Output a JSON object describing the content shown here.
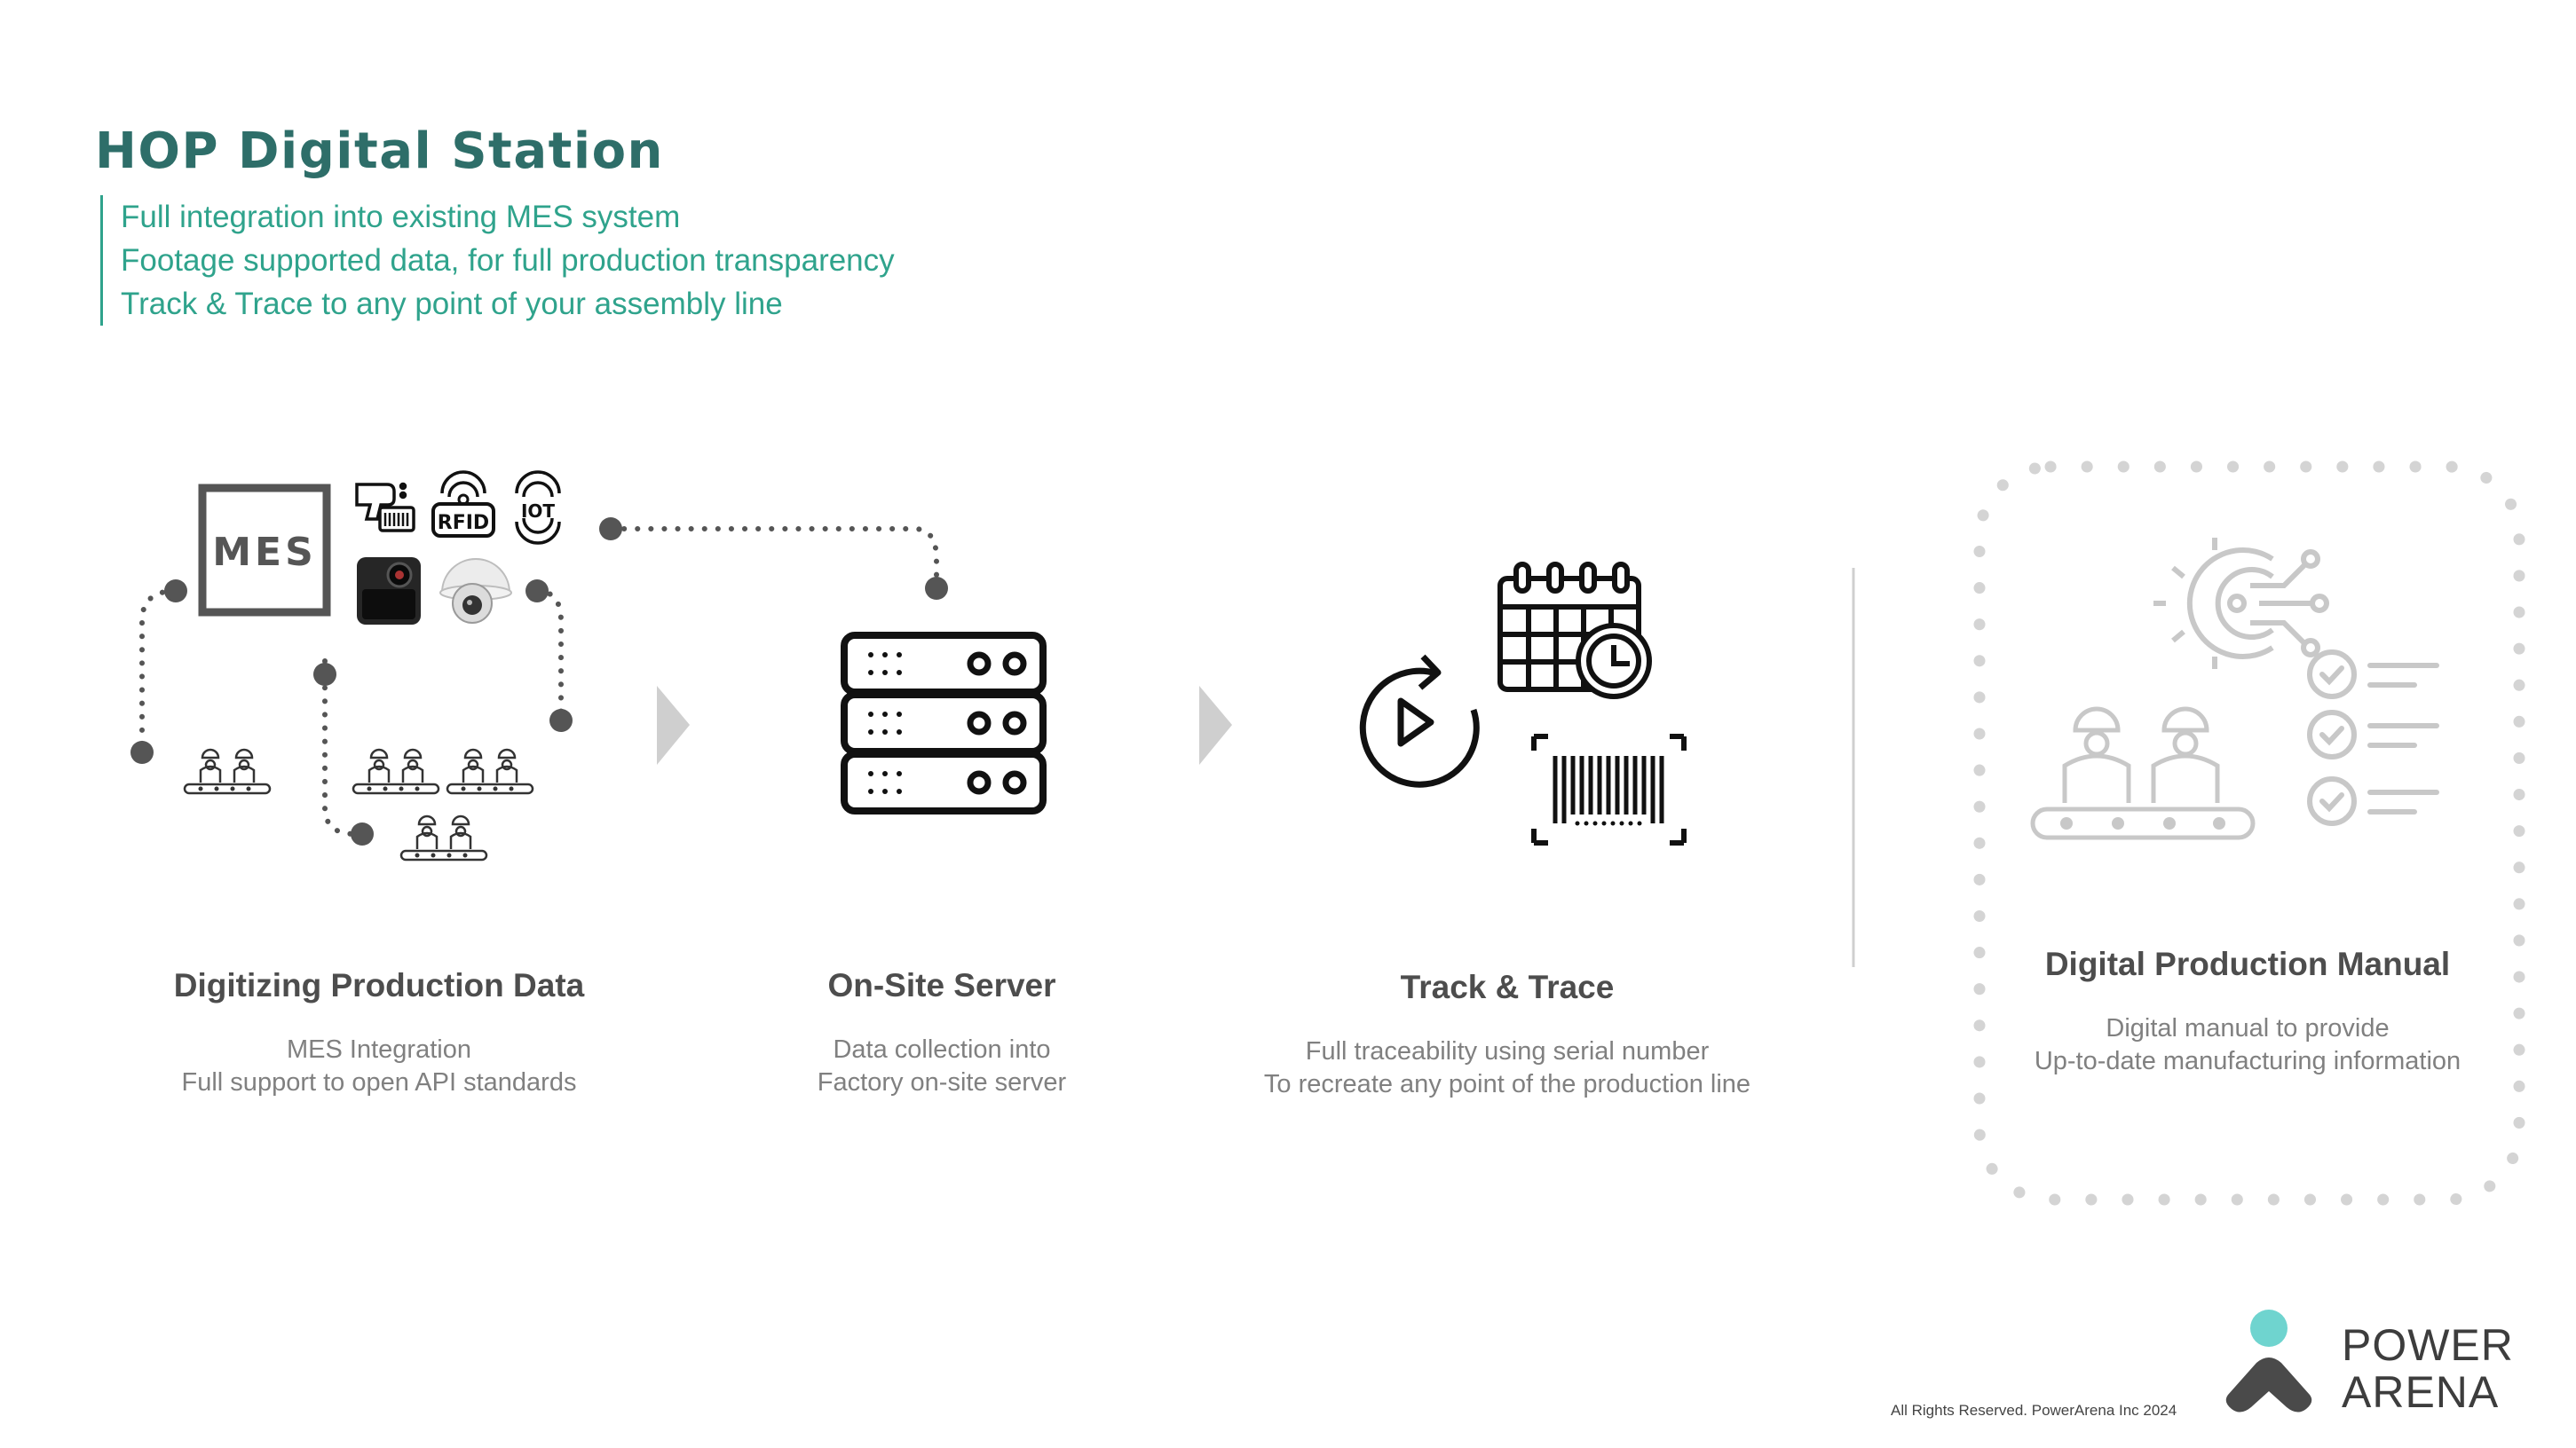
{
  "header": {
    "title": "HOP Digital Station",
    "bullets": [
      "Full integration into existing MES system",
      "Footage supported data, for full production transparency",
      "Track & Trace to any point of your assembly line"
    ]
  },
  "columns": [
    {
      "title": "Digitizing Production Data",
      "lines": [
        "MES Integration",
        "Full support to open API standards"
      ]
    },
    {
      "title": "On-Site Server",
      "lines": [
        "Data collection into",
        "Factory on-site server"
      ]
    },
    {
      "title": "Track & Trace",
      "lines": [
        "Full traceability using serial number",
        "To recreate any point of the production line"
      ]
    },
    {
      "title": "Digital Production Manual",
      "lines": [
        "Digital manual to provide",
        "Up-to-date manufacturing information"
      ]
    }
  ],
  "icons": {
    "mes_label": "MES",
    "rfid_label": "RFID",
    "iot_label": "IOT"
  },
  "footer": {
    "copyright": "All Rights Reserved. PowerArena Inc 2024"
  },
  "brand": {
    "line1": "POWER",
    "line2": "ARENA"
  },
  "colors": {
    "title": "#2e6e69",
    "accent": "#2fa38c",
    "icon": "#111111",
    "connector": "#555555",
    "muted": "#d0d0d0",
    "brand_dot": "#6fd4cf",
    "brand_mark": "#4a4a4a"
  }
}
